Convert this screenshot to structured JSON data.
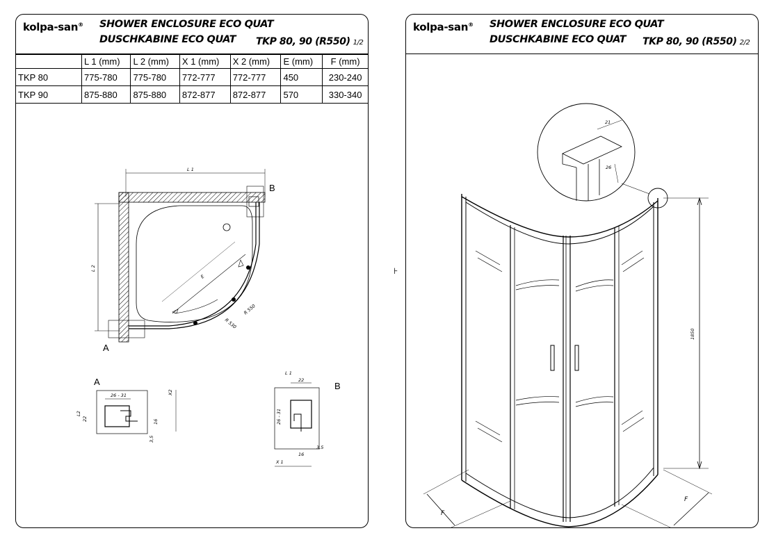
{
  "sheets": [
    {
      "logo": "kolpa-san",
      "title1": "SHOWER ENCLOSURE ECO QUAT",
      "title2": "DUSCHKABINE  ECO QUAT",
      "model": "TKP 80, 90 (R550)",
      "page": "1/2"
    },
    {
      "logo": "kolpa-san",
      "title1": "SHOWER ENCLOSURE ECO QUAT",
      "title2": "DUSCHKABINE  ECO QUAT",
      "model": "TKP 80, 90 (R550)",
      "page": "2/2"
    }
  ],
  "table": {
    "headers": [
      "",
      "L 1  (mm)",
      "L 2  (mm)",
      "X 1  (mm)",
      "X 2  (mm)",
      "E (mm)",
      "F (mm)"
    ],
    "rows": [
      [
        "TKP 80",
        "775-780",
        "775-780",
        "772-777",
        "772-777",
        "450",
        "230-240"
      ],
      [
        "TKP 90",
        "875-880",
        "875-880",
        "872-877",
        "872-877",
        "570",
        "330-340"
      ]
    ]
  },
  "plan": {
    "l1": "L 1",
    "l2": "L 2",
    "e": "E",
    "r550": "R 550",
    "r530": "R 530",
    "a": "A",
    "b": "B"
  },
  "detail_a": {
    "label": "A",
    "w": "26 - 31",
    "l2": "L2",
    "h": "22",
    "x2": "X2",
    "d16": "16",
    "d35": "3,5"
  },
  "detail_b": {
    "label": "B",
    "l1": "L 1",
    "w": "22",
    "h": "26 - 31",
    "d35": "3,5",
    "d16": "16",
    "x1": "X 1"
  },
  "iso": {
    "height": "1850",
    "f_left": "F",
    "f_right": "F",
    "profile_w": "21",
    "profile_d": "26"
  },
  "edge_mark": "⊦"
}
